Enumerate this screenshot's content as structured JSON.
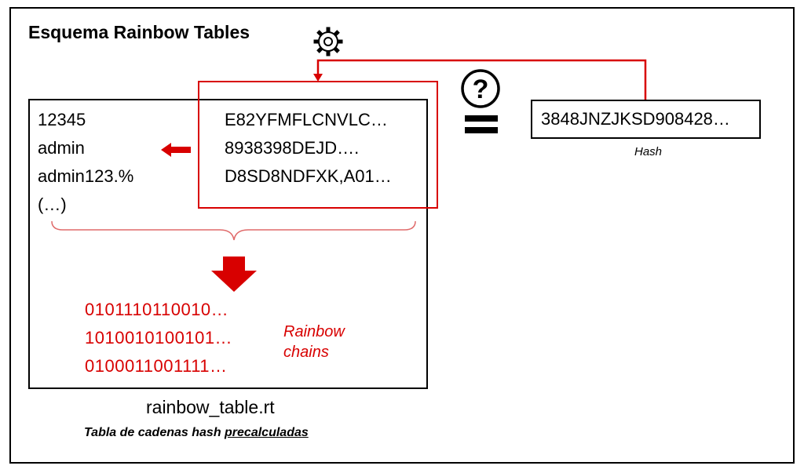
{
  "title": "Esquema Rainbow Tables",
  "plaintexts": [
    "12345",
    "admin",
    "admin123.%",
    "(…)"
  ],
  "hashes": [
    "E82YFMFLCNVLC…",
    "8938398DEJD….",
    "D8SD8NDFXK,A01…"
  ],
  "chains": [
    "0101110110010…",
    "1010010100101…",
    "0100011001111…"
  ],
  "rainbow_label": [
    "Rainbow",
    "chains"
  ],
  "target_hash": "3848JNZJKSD908428…",
  "hash_label": "Hash",
  "file_name": "rainbow_table.rt",
  "caption": {
    "prefix": "Tabla de cadenas hash ",
    "emphasis": "precalculadas"
  },
  "question_mark": "?",
  "icons": {
    "gear": "gear-icon",
    "question": "question-mark-icon",
    "equals": "equals-icon"
  },
  "colors": {
    "accent": "#d80000",
    "ink": "#000000"
  }
}
